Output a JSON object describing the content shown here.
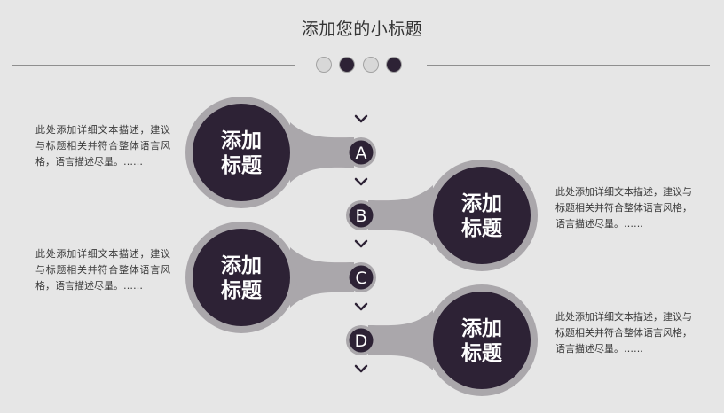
{
  "page": {
    "title": "添加您的小标题"
  },
  "indicator_dots": [
    "light",
    "dark",
    "light",
    "dark"
  ],
  "steps": [
    {
      "letter": "A",
      "heading": [
        "添加",
        "标题"
      ],
      "side": "left",
      "description": "此处添加详细文本描述，建议与标题相关并符合整体语言风格，语言描述尽量。……"
    },
    {
      "letter": "B",
      "heading": [
        "添加",
        "标题"
      ],
      "side": "right",
      "description": "此处添加详细文本描述，建议与标题相关并符合整体语言风格，语言描述尽量。……"
    },
    {
      "letter": "C",
      "heading": [
        "添加",
        "标题"
      ],
      "side": "left",
      "description": "此处添加详细文本描述，建议与标题相关并符合整体语言风格，语言描述尽量。……"
    },
    {
      "letter": "D",
      "heading": [
        "添加",
        "标题"
      ],
      "side": "right",
      "description": "此处添加详细文本描述，建议与标题相关并符合整体语言风格，语言描述尽量。……"
    }
  ],
  "colors": {
    "background": "#e6e6e6",
    "circle_dark": "#2d2235",
    "ring_gray": "#aaa7ab",
    "chevron": "#2d2235",
    "text": "#333333"
  }
}
